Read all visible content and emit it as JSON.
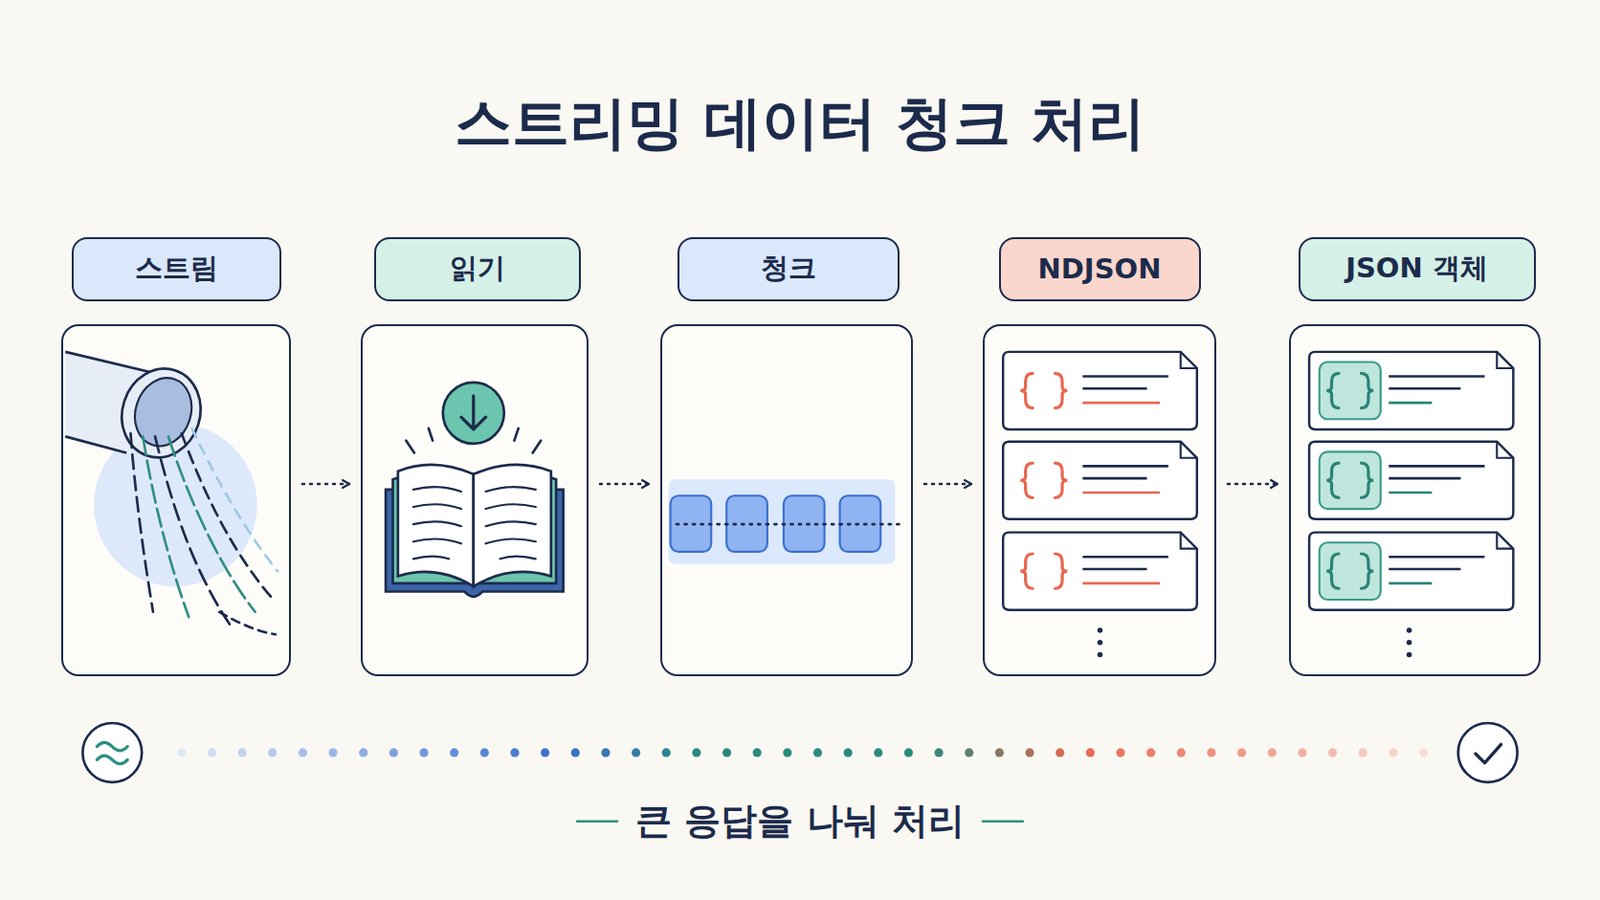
{
  "diagram": {
    "title": "스트리밍 데이터 청크 처리",
    "caption": "큰 응답을 나눠 처리",
    "nodes": [
      {
        "text": [
          "스트림"
        ]
      },
      {
        "text": [
          "읽기"
        ]
      },
      {
        "text": [
          "청크"
        ]
      },
      {
        "text": [
          "NDJSON"
        ]
      },
      {
        "text": [
          "JSON 객체"
        ]
      }
    ],
    "edges": [
      {
        "from": 0,
        "to": 1,
        "arrow": "to"
      },
      {
        "from": 1,
        "to": 2,
        "arrow": "to"
      },
      {
        "from": 2,
        "to": 3,
        "arrow": "to"
      },
      {
        "from": 3,
        "to": 4,
        "arrow": "to"
      }
    ]
  }
}
